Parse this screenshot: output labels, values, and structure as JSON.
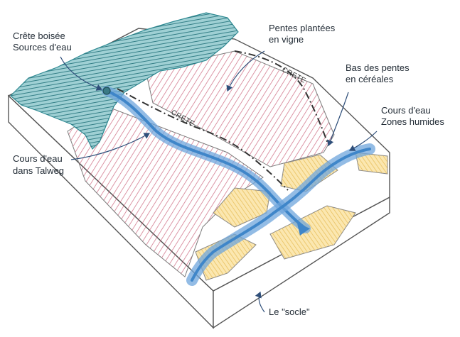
{
  "labels": {
    "forest_line1": "Crête boisée",
    "forest_line2": "Sources d'eau",
    "vines_line1": "Pentes plantées",
    "vines_line2": "en vigne",
    "cereals_line1": "Bas des pentes",
    "cereals_line2": "en céréales",
    "wet_line1": "Cours d'eau",
    "wet_line2": "Zones humides",
    "talweg_line1": "Cours d'eau",
    "talweg_line2": "dans Talweg",
    "socle": "Le \"socle\"",
    "crest_upper": "CRETE",
    "crest_lower": "CRETE"
  },
  "colors": {
    "forest": "#2f8a93",
    "vine": "#c4506a",
    "cereal": "#ecc86a",
    "water": "#3f86c9",
    "outline": "#555555"
  }
}
